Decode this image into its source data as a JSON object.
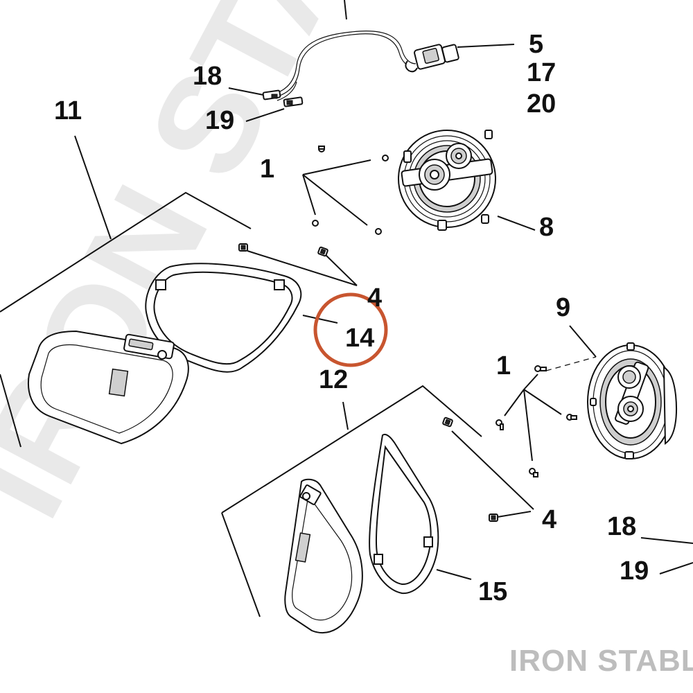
{
  "watermark": {
    "text": "IRON STABLE",
    "color": "#e9e9e9"
  },
  "brand": {
    "text": "IRON STABLE",
    "color": "#bdbdbd"
  },
  "highlight": {
    "target": "14",
    "color": "#c8552f"
  },
  "callouts": {
    "c1a": "1",
    "c1b": "1",
    "c4a": "4",
    "c4b": "4",
    "c5": "5",
    "c17": "17",
    "c20": "20",
    "c8": "8",
    "c9": "9",
    "c11": "11",
    "c12": "12",
    "c14": "14",
    "c15": "15",
    "c18a": "18",
    "c19a": "19",
    "c18b": "18",
    "c19b": "19"
  }
}
